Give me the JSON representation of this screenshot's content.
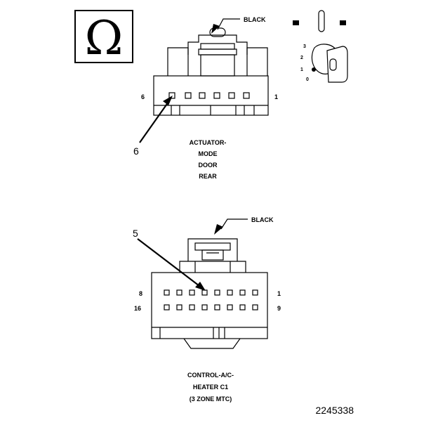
{
  "meter_symbol": "Ω",
  "key_positions": [
    "3",
    "2",
    "1",
    "0"
  ],
  "connector_top": {
    "color_label": "BLACK",
    "pin_left": "6",
    "pin_right": "1",
    "callout": "6",
    "caption": [
      "ACTUATOR-",
      "MODE",
      "DOOR",
      "REAR"
    ]
  },
  "connector_bottom": {
    "color_label": "BLACK",
    "row1_left": "8",
    "row1_right": "1",
    "row2_left": "16",
    "row2_right": "9",
    "callout": "5",
    "caption": [
      "CONTROL-A/C-",
      "HEATER C1",
      "(3 ZONE MTC)"
    ]
  },
  "figure_number": "2245338"
}
